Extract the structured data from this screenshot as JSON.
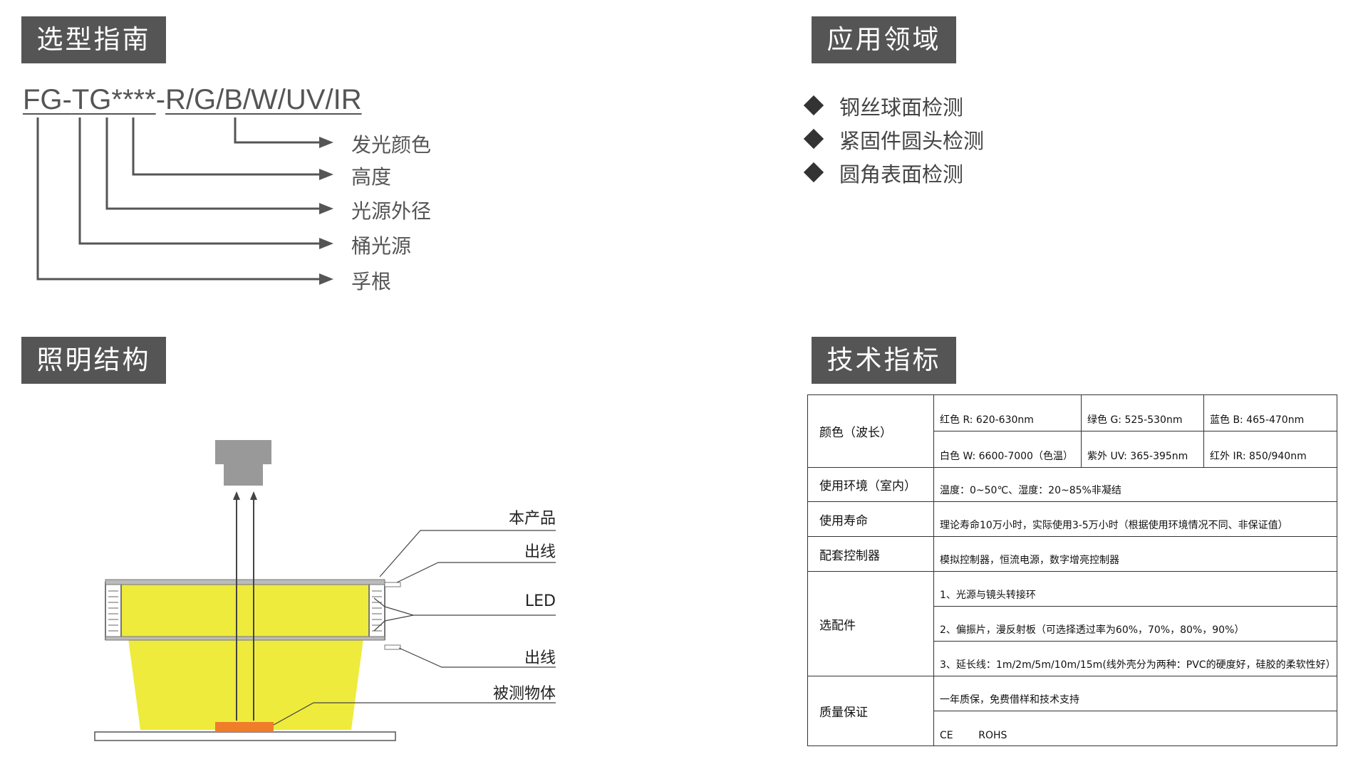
{
  "sections": {
    "selection": "选型指南",
    "application": "应用领域",
    "structure": "照明结构",
    "specs": "技术指标"
  },
  "model": {
    "part1": "FG-",
    "part2": "TG",
    "part3": "****",
    "sep": "-",
    "part4": "R/G/B/W/UV/IR",
    "legend": [
      "发光颜色",
      "高度",
      "光源外径",
      "桶光源",
      "孚根"
    ]
  },
  "applications": [
    "钢丝球面检测",
    "紧固件圆头检测",
    "圆角表面检测"
  ],
  "diagram": {
    "labels": [
      "本产品",
      "出线",
      "LED",
      "出线",
      "被测物体"
    ],
    "colors": {
      "light": "#eeeb3c",
      "housing": "#bbbbbb",
      "object": "#f07d2a",
      "camera": "#999999"
    }
  },
  "specs": {
    "color_label": "颜色（波长）",
    "colors": [
      "红色 R: 620-630nm",
      "绿色 G: 525-530nm",
      "蓝色 B: 465-470nm",
      "白色 W: 6600-7000（色温）",
      "紫外 UV: 365-395nm",
      "红外 IR: 850/940nm"
    ],
    "env_label": "使用环境（室内）",
    "env": "温度：0~50℃、湿度：20~85%非凝结",
    "life_label": "使用寿命",
    "life": "理论寿命10万小时，实际使用3-5万小时（根据使用环境情况不同、非保证值）",
    "controller_label": "配套控制器",
    "controller": "模拟控制器，恒流电源，数字增亮控制器",
    "options_label": "选配件",
    "options": [
      "1、光源与镜头转接环",
      "2、偏振片，漫反射板（可选择透过率为60%，70%，80%，90%）",
      "3、延长线：1m/2m/5m/10m/15m(线外壳分为两种：PVC的硬度好，硅胶的柔软性好）"
    ],
    "warranty_label": "质量保证",
    "warranty": [
      "一年质保，免费借样和技术支持",
      "CE        ROHS"
    ]
  }
}
